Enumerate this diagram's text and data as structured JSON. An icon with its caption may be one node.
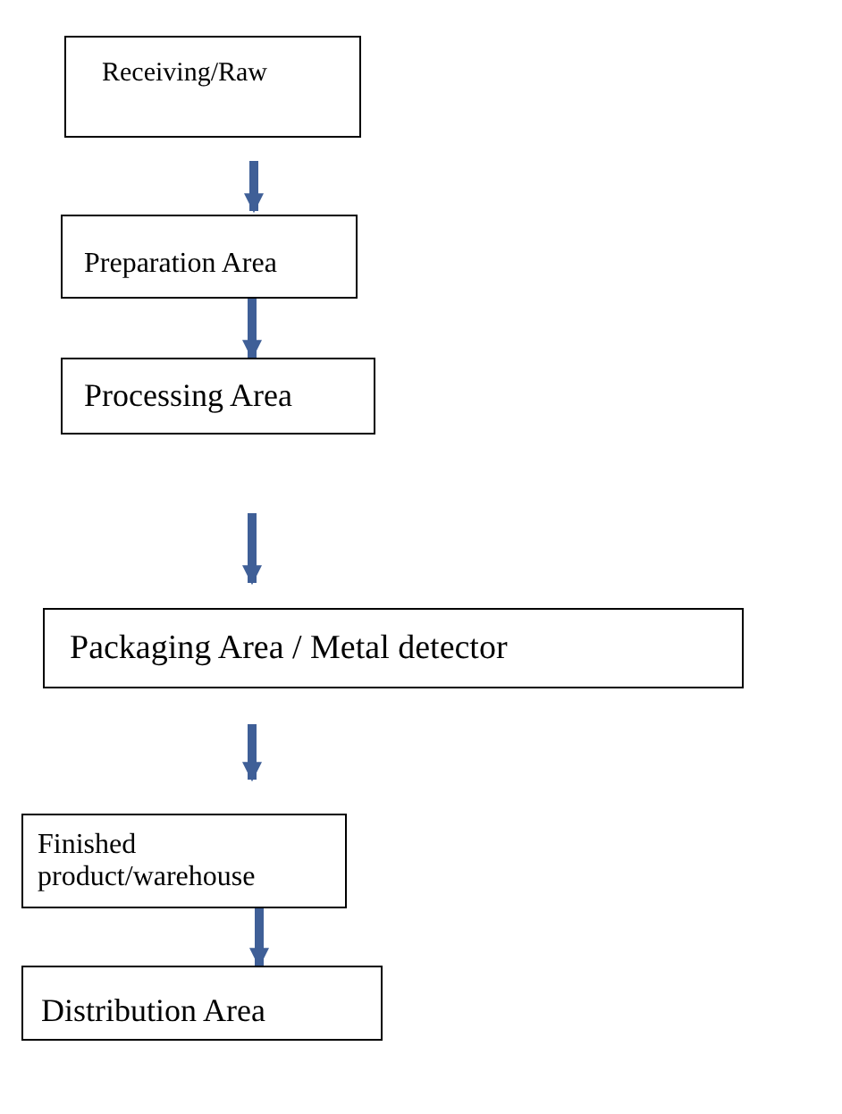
{
  "diagram": {
    "nodes": [
      {
        "text": [
          "Receiving/Raw"
        ]
      },
      {
        "text": [
          "Preparation Area"
        ]
      },
      {
        "text": [
          "Processing Area"
        ]
      },
      {
        "text": [
          "Packaging Area / Metal detector"
        ]
      },
      {
        "text": [
          "Finished product/warehouse"
        ]
      },
      {
        "text": [
          "Distribution Area"
        ]
      }
    ],
    "edges": [
      {
        "from": 0,
        "to": 1,
        "arrow": "to"
      },
      {
        "from": 1,
        "to": 2,
        "arrow": "to"
      },
      {
        "from": 2,
        "to": 3,
        "arrow": "to"
      },
      {
        "from": 3,
        "to": 4,
        "arrow": "to"
      },
      {
        "from": 4,
        "to": 5,
        "arrow": "to"
      }
    ]
  }
}
